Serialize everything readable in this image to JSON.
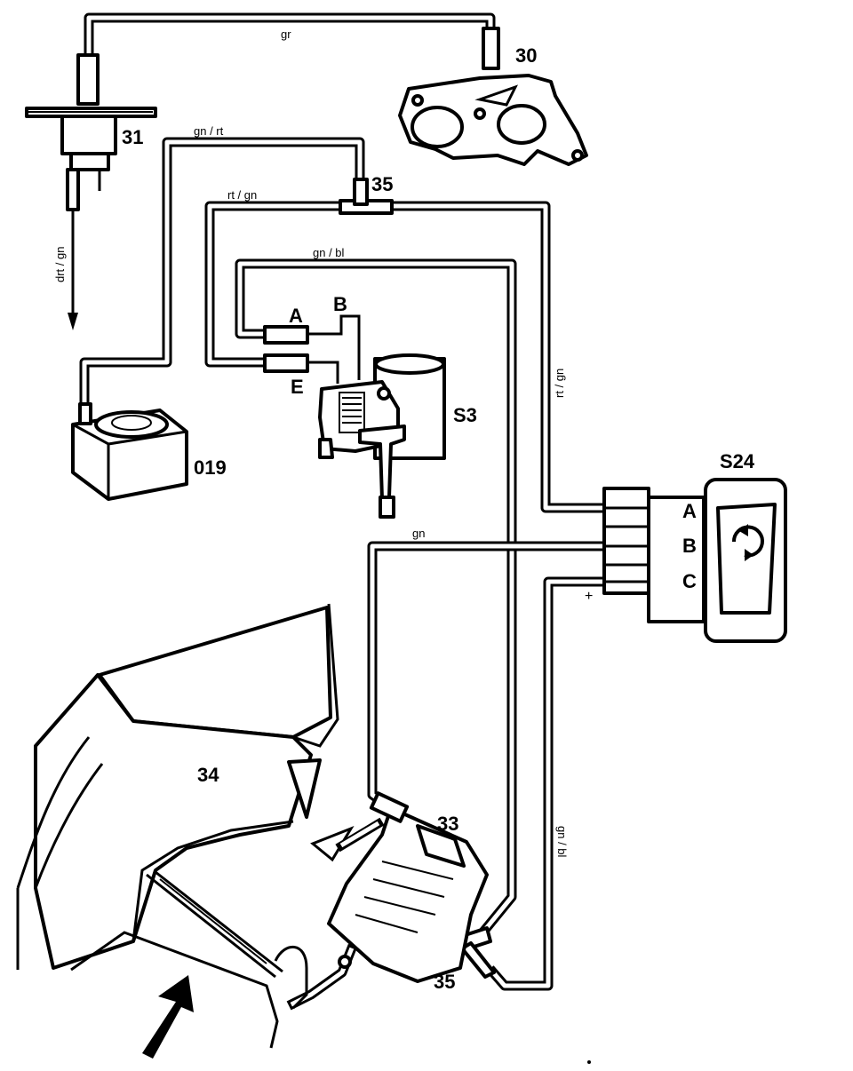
{
  "diagram": {
    "components": {
      "c30": "30",
      "c31": "31",
      "c35_top": "35",
      "c35_bottom": "35",
      "s3": "S3",
      "c019": "019",
      "s24": "S24",
      "c34": "34",
      "c33": "33"
    },
    "hose_labels": {
      "gr": "gr",
      "gn_rt": "gn / rt",
      "rt_gn_top": "rt / gn",
      "gn_bl_top": "gn / bl",
      "rt_gn_side": "rt / gn",
      "gn": "gn",
      "gn_bl_side": "gn / bl",
      "drt_gn": "drt / gn"
    },
    "ports": {
      "s3_a": "A",
      "s3_b": "B",
      "s3_e": "E",
      "s24_a": "A",
      "s24_b": "B",
      "s24_c": "C",
      "plus": "+"
    },
    "icons": [
      "switch-rotate-icon",
      "airflow-arrow-icon"
    ]
  }
}
